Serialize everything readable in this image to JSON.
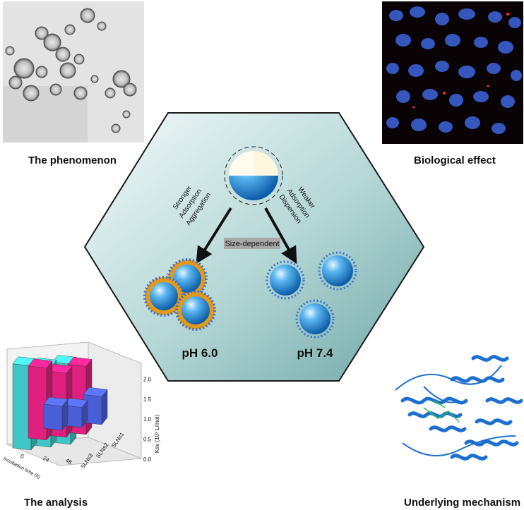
{
  "captions": {
    "phenomenon": "The phenomenon",
    "biological": "Biological effect",
    "analysis": "The analysis",
    "mechanism": "Underlying mechanism"
  },
  "center": {
    "left_labels": [
      "Stronger",
      "Adsorption",
      "Aggregation"
    ],
    "right_labels": [
      "Weaker",
      "Adsorption",
      "Dispersion"
    ],
    "size_label": "Size-dependent",
    "ph_left": "pH 6.0",
    "ph_right": "pH 7.4"
  },
  "chart_data": {
    "type": "bar",
    "title": "",
    "xlabel": "Incubation time (h)",
    "ylabel": "Ksv (10³ L/mol)",
    "x_ticks": [
      "0",
      "24",
      "48"
    ],
    "series_axis_labels": [
      "SLNs1",
      "SLNs2",
      "SLNs3"
    ],
    "z_ticks": [
      "0.0",
      "0.5",
      "1.0",
      "1.5",
      "2.0"
    ],
    "zlim": [
      0,
      2.2
    ],
    "series": [
      {
        "values": [
          0.6,
          0.5,
          0.7
        ],
        "color": "#4a5ed8"
      },
      {
        "values": [
          1.8,
          1.6,
          1.7
        ],
        "color": "#e0207f"
      },
      {
        "values": [
          2.1,
          2.0,
          2.0
        ],
        "color": "#3fc7c7"
      }
    ]
  },
  "colors": {
    "hexagon_light": "#f4fafa",
    "hexagon_dark": "#6fa7a6",
    "sphere": "#1e88d6",
    "protein": "#1d6fcf",
    "nuclei": "#3a5fd1"
  }
}
